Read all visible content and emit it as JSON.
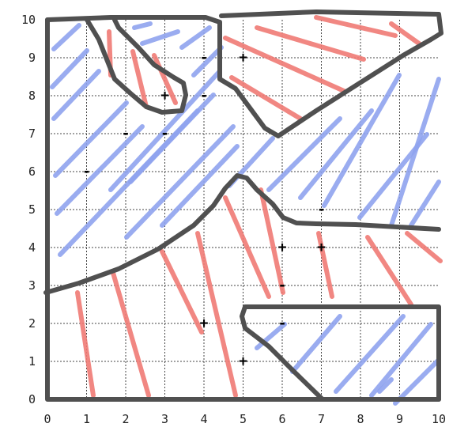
{
  "axes": {
    "x_ticks": [
      "0",
      "1",
      "2",
      "3",
      "4",
      "5",
      "6",
      "7",
      "8",
      "9",
      "10"
    ],
    "y_ticks": [
      "0",
      "1",
      "2",
      "3",
      "4",
      "5",
      "6",
      "7",
      "8",
      "9",
      "10"
    ]
  },
  "colors": {
    "positive_hatch": "#f07a74",
    "negative_hatch": "#8fa3ee",
    "boundary": "#505050"
  },
  "chart_data": {
    "type": "scatter",
    "xlim": [
      0,
      10
    ],
    "ylim": [
      0,
      10
    ],
    "grid": true,
    "points": [
      {
        "x": 5,
        "y": 9,
        "label": "+"
      },
      {
        "x": 3,
        "y": 8,
        "label": "+"
      },
      {
        "x": 6,
        "y": 4,
        "label": "+"
      },
      {
        "x": 7,
        "y": 4,
        "label": "+"
      },
      {
        "x": 4,
        "y": 2,
        "label": "+"
      },
      {
        "x": 5,
        "y": 1,
        "label": "+"
      },
      {
        "x": 4,
        "y": 9,
        "label": "-"
      },
      {
        "x": 4,
        "y": 8,
        "label": "-"
      },
      {
        "x": 2,
        "y": 7,
        "label": "-"
      },
      {
        "x": 3,
        "y": 7,
        "label": "-"
      },
      {
        "x": 1,
        "y": 6,
        "label": "-"
      },
      {
        "x": 7,
        "y": 5,
        "label": "-"
      },
      {
        "x": 6,
        "y": 3,
        "label": "-"
      },
      {
        "x": 6,
        "y": 2,
        "label": "-"
      }
    ],
    "regions": [
      {
        "label": "+",
        "polygon": [
          [
            1,
            10
          ],
          [
            1.6,
            9.1
          ],
          [
            2,
            8.3
          ],
          [
            2.6,
            7.7
          ],
          [
            3.5,
            7.5
          ],
          [
            3.6,
            8.0
          ],
          [
            3.3,
            8.4
          ],
          [
            2.4,
            9.4
          ],
          [
            2,
            10
          ]
        ]
      },
      {
        "label": "+",
        "polygon": [
          [
            4.4,
            9.9
          ],
          [
            7,
            10
          ],
          [
            10,
            10
          ],
          [
            10.1,
            9.6
          ],
          [
            9,
            9
          ],
          [
            7.5,
            8.2
          ],
          [
            6,
            7
          ],
          [
            5.8,
            7.1
          ],
          [
            4.8,
            8.2
          ],
          [
            4.4,
            8.5
          ]
        ]
      },
      {
        "label": "+",
        "polygon": [
          [
            0,
            2.8
          ],
          [
            1.5,
            3.4
          ],
          [
            2.5,
            4
          ],
          [
            3.5,
            4.5
          ],
          [
            4.6,
            5.5
          ],
          [
            5,
            5.9
          ],
          [
            6,
            5
          ],
          [
            6.5,
            4.6
          ],
          [
            7,
            4.4
          ],
          [
            10,
            4.4
          ],
          [
            10,
            0
          ],
          [
            7,
            0
          ],
          [
            6,
            1
          ],
          [
            5,
            2
          ],
          [
            5,
            2.4
          ],
          [
            10,
            2.4
          ],
          [
            10,
            0
          ],
          [
            0,
            0
          ]
        ]
      }
    ]
  }
}
